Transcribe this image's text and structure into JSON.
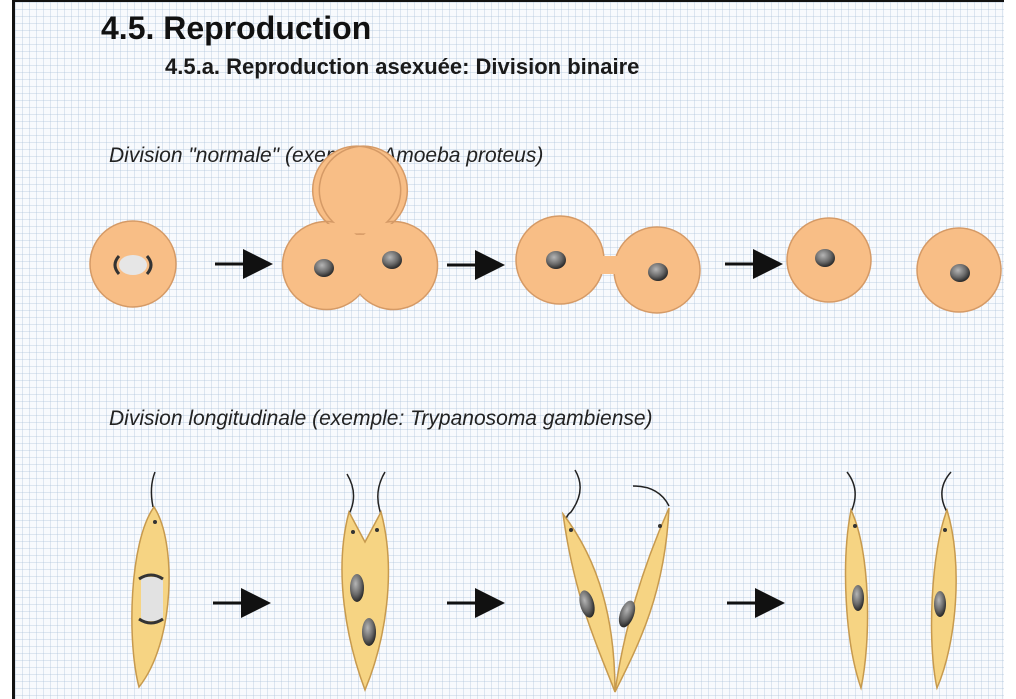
{
  "slide": {
    "title": "4.5. Reproduction",
    "subtitle": "4.5.a. Reproduction asexuée: Division binaire",
    "captions": {
      "normal": "Division \"normale\"  (exemple: Amoeba proteus)",
      "longitudinal": "Division longitudinale (exemple: Trypanosoma gambiense)"
    }
  },
  "colors": {
    "amoeba_fill": "#f8be86",
    "trypanosome_fill": "#f6d483",
    "nucleus": "#6a6a6a",
    "arrow": "#111111",
    "grid": "#dde6f1"
  }
}
